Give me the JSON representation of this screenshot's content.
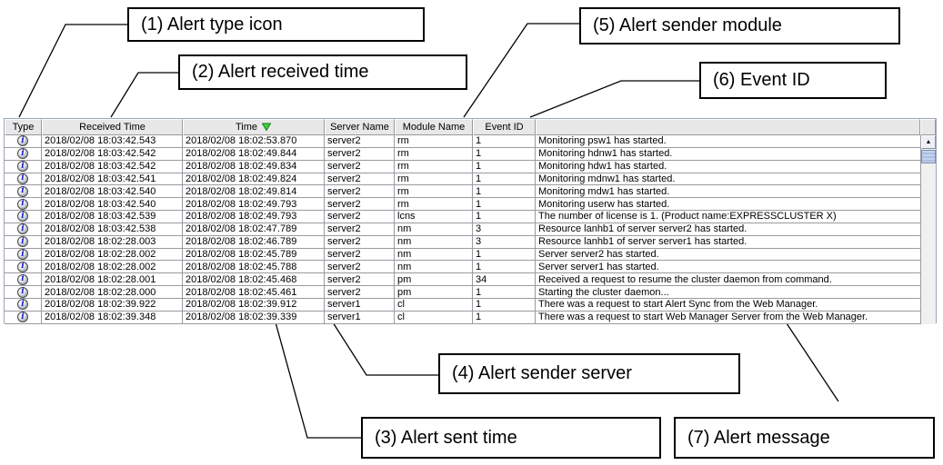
{
  "callouts": [
    {
      "num": "1",
      "label": "(1) Alert type icon"
    },
    {
      "num": "2",
      "label": "(2) Alert received time"
    },
    {
      "num": "3",
      "label": "(3) Alert sent time"
    },
    {
      "num": "4",
      "label": "(4) Alert sender server"
    },
    {
      "num": "5",
      "label": "(5) Alert sender module"
    },
    {
      "num": "6",
      "label": "(6) Event ID"
    },
    {
      "num": "7",
      "label": "(7) Alert message"
    }
  ],
  "table": {
    "columns": [
      {
        "key": "type",
        "label": "Type"
      },
      {
        "key": "received",
        "label": "Received Time"
      },
      {
        "key": "time",
        "label": "Time",
        "sorted": "descending",
        "sort_icon": "green-down-triangle"
      },
      {
        "key": "server",
        "label": "Server Name"
      },
      {
        "key": "module",
        "label": "Module Name"
      },
      {
        "key": "event_id",
        "label": "Event ID"
      },
      {
        "key": "message",
        "label": ""
      }
    ],
    "rows": [
      {
        "type_icon": "info",
        "received": "2018/02/08 18:03:42.543",
        "time": "2018/02/08 18:02:53.870",
        "server": "server2",
        "module": "rm",
        "event_id": "1",
        "message": "Monitoring psw1 has started."
      },
      {
        "type_icon": "info",
        "received": "2018/02/08 18:03:42.542",
        "time": "2018/02/08 18:02:49.844",
        "server": "server2",
        "module": "rm",
        "event_id": "1",
        "message": "Monitoring hdnw1 has started."
      },
      {
        "type_icon": "info",
        "received": "2018/02/08 18:03:42.542",
        "time": "2018/02/08 18:02:49.834",
        "server": "server2",
        "module": "rm",
        "event_id": "1",
        "message": "Monitoring hdw1 has started."
      },
      {
        "type_icon": "info",
        "received": "2018/02/08 18:03:42.541",
        "time": "2018/02/08 18:02:49.824",
        "server": "server2",
        "module": "rm",
        "event_id": "1",
        "message": "Monitoring mdnw1 has started."
      },
      {
        "type_icon": "info",
        "received": "2018/02/08 18:03:42.540",
        "time": "2018/02/08 18:02:49.814",
        "server": "server2",
        "module": "rm",
        "event_id": "1",
        "message": "Monitoring mdw1 has started."
      },
      {
        "type_icon": "info",
        "received": "2018/02/08 18:03:42.540",
        "time": "2018/02/08 18:02:49.793",
        "server": "server2",
        "module": "rm",
        "event_id": "1",
        "message": "Monitoring userw has started."
      },
      {
        "type_icon": "info",
        "received": "2018/02/08 18:03:42.539",
        "time": "2018/02/08 18:02:49.793",
        "server": "server2",
        "module": "lcns",
        "event_id": "1",
        "message": "The number of license is 1. (Product name:EXPRESSCLUSTER X)"
      },
      {
        "type_icon": "info",
        "received": "2018/02/08 18:03:42.538",
        "time": "2018/02/08 18:02:47.789",
        "server": "server2",
        "module": "nm",
        "event_id": "3",
        "message": "Resource lanhb1 of server server2 has started."
      },
      {
        "type_icon": "info",
        "received": "2018/02/08 18:02:28.003",
        "time": "2018/02/08 18:02:46.789",
        "server": "server2",
        "module": "nm",
        "event_id": "3",
        "message": "Resource lanhb1 of server server1 has started."
      },
      {
        "type_icon": "info",
        "received": "2018/02/08 18:02:28.002",
        "time": "2018/02/08 18:02:45.789",
        "server": "server2",
        "module": "nm",
        "event_id": "1",
        "message": "Server server2 has started."
      },
      {
        "type_icon": "info",
        "received": "2018/02/08 18:02:28.002",
        "time": "2018/02/08 18:02:45.788",
        "server": "server2",
        "module": "nm",
        "event_id": "1",
        "message": "Server server1 has started."
      },
      {
        "type_icon": "info",
        "received": "2018/02/08 18:02:28.001",
        "time": "2018/02/08 18:02:45.468",
        "server": "server2",
        "module": "pm",
        "event_id": "34",
        "message": "Received a request to resume the cluster daemon from command."
      },
      {
        "type_icon": "info",
        "received": "2018/02/08 18:02:28.000",
        "time": "2018/02/08 18:02:45.461",
        "server": "server2",
        "module": "pm",
        "event_id": "1",
        "message": "Starting the cluster daemon..."
      },
      {
        "type_icon": "info",
        "received": "2018/02/08 18:02:39.922",
        "time": "2018/02/08 18:02:39.912",
        "server": "server1",
        "module": "cl",
        "event_id": "1",
        "message": "There was a request to start Alert Sync from the Web Manager."
      },
      {
        "type_icon": "info",
        "received": "2018/02/08 18:02:39.348",
        "time": "2018/02/08 18:02:39.339",
        "server": "server1",
        "module": "cl",
        "event_id": "1",
        "message": "There was a request to start Web Manager Server from the Web Manager."
      }
    ]
  },
  "icons": {
    "info_icon_glyph": "i",
    "scroll_up_glyph": "▲"
  },
  "colors": {
    "sort_triangle_fill": "#3ed43e",
    "sort_triangle_stroke": "#1a7a1a",
    "info_icon_letter": "#1a1acc",
    "scrollbar_thumb": "#b6c5e2",
    "header_bg": "#e8e8e8"
  }
}
